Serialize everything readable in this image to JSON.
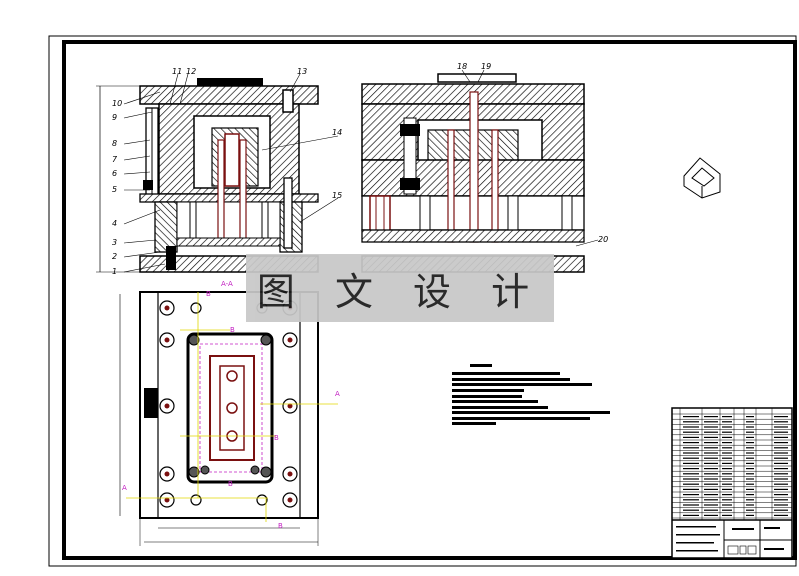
{
  "watermark": {
    "text": "图 文 设 计"
  },
  "front_view": {
    "part_numbers": [
      "10",
      "9",
      "8",
      "7",
      "6",
      "5",
      "4",
      "3",
      "2",
      "1"
    ],
    "top_numbers": [
      "11",
      "12",
      "13"
    ],
    "right_numbers": [
      "14",
      "15"
    ]
  },
  "side_view": {
    "top_numbers": [
      "18",
      "19"
    ],
    "right_number": "20"
  },
  "plan_view": {
    "section_marks": [
      "A-A",
      "B",
      "B",
      "B",
      "B",
      "A",
      "A",
      "B"
    ]
  },
  "colors": {
    "line": "#000000",
    "section_mark": "#c21fc2",
    "callout": "#e0d700",
    "core": "#7a1010"
  }
}
